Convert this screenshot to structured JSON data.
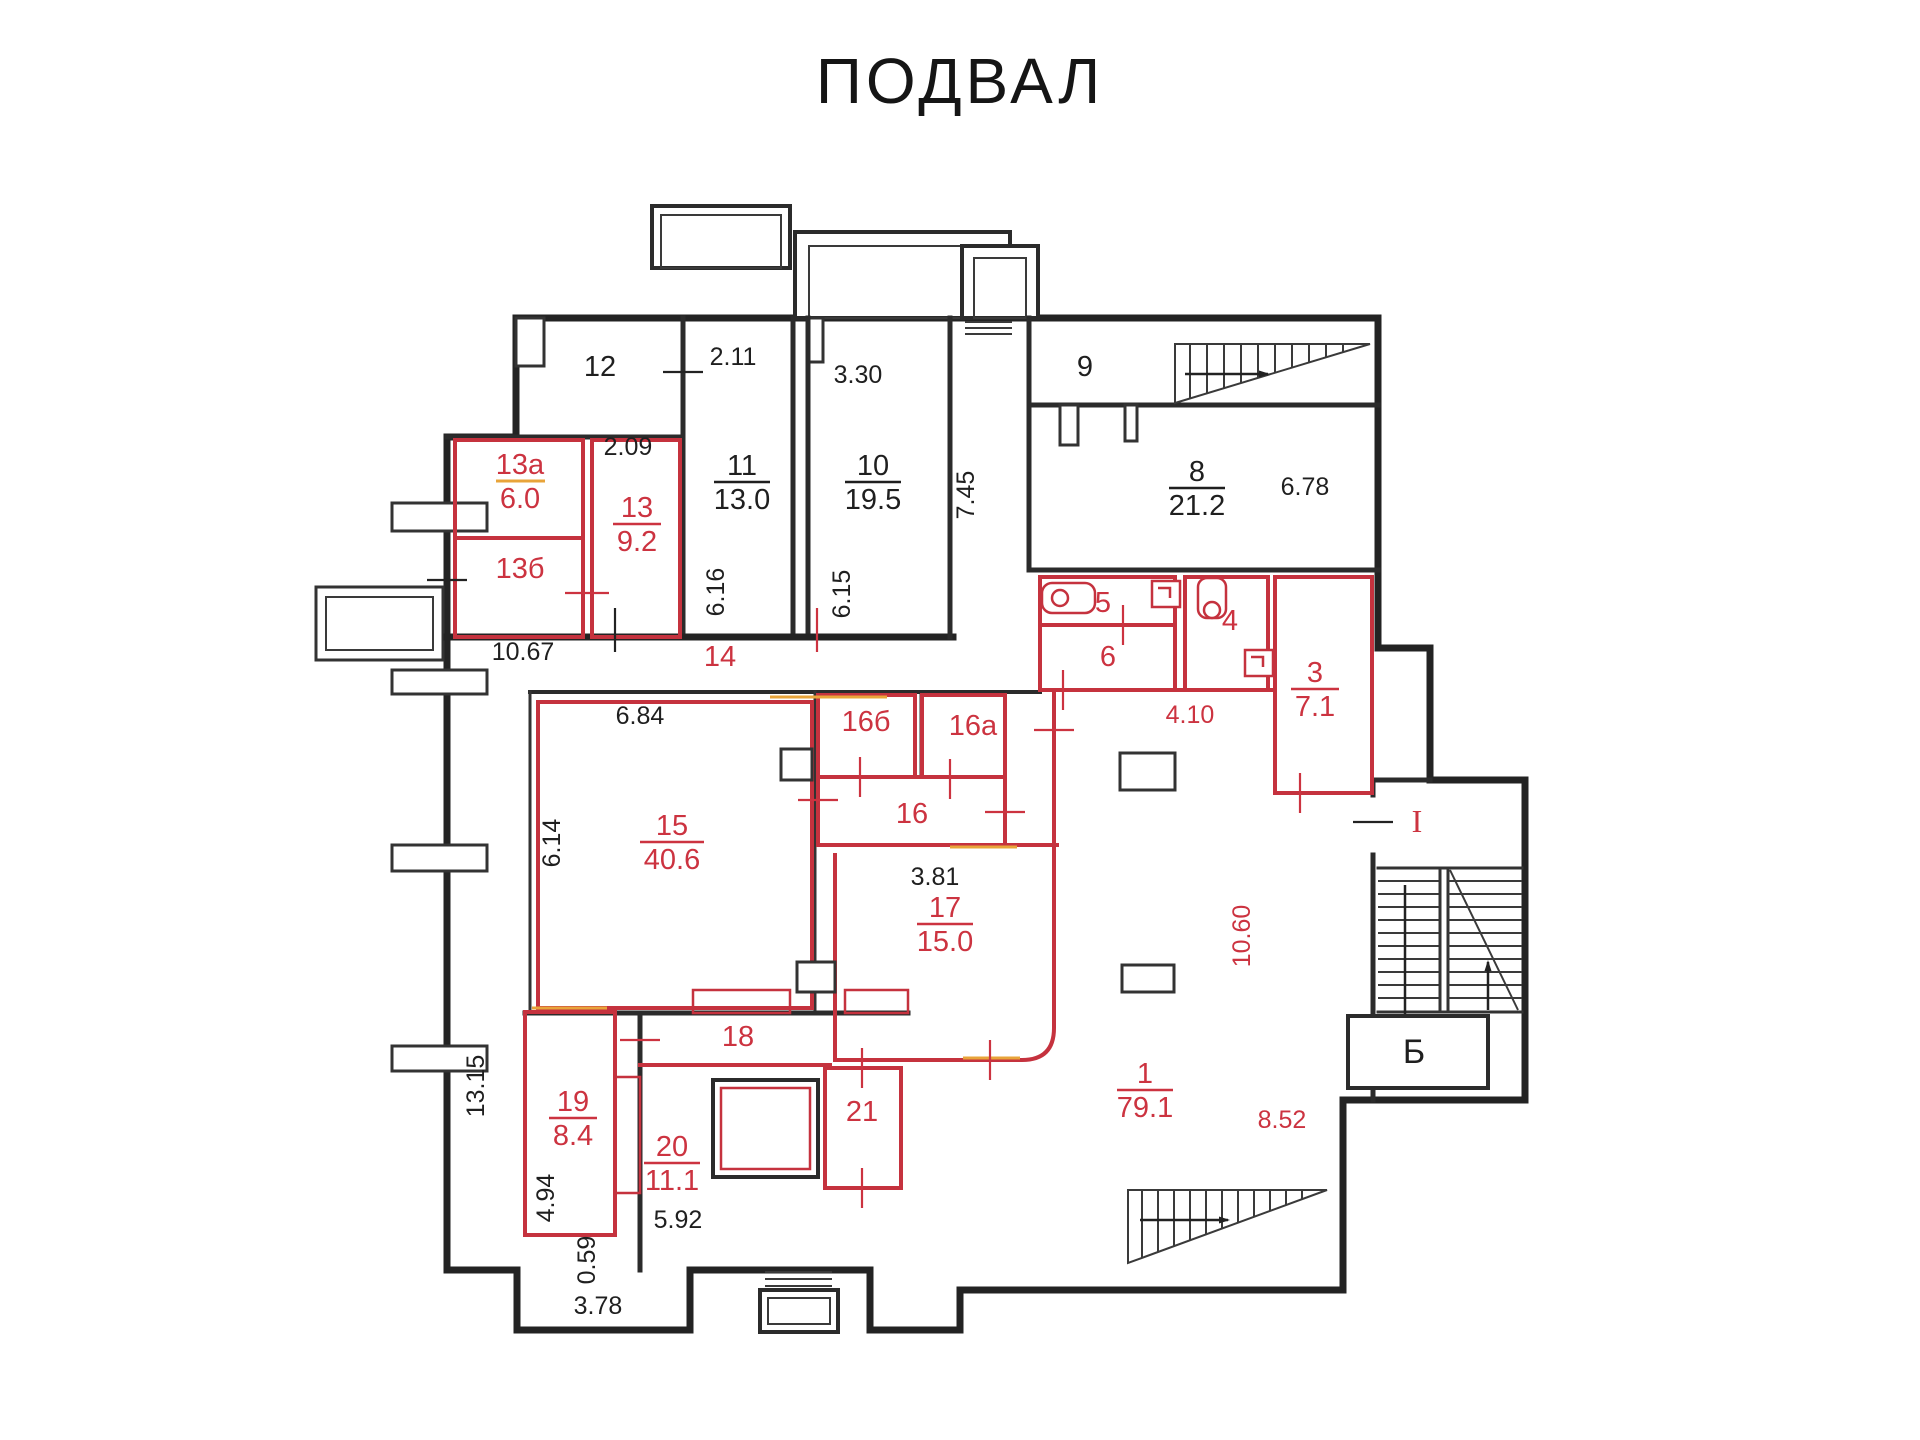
{
  "title": "ПОДВАЛ",
  "colors": {
    "wall_black": "#232323",
    "wall_red": "#c5323e",
    "label_red": "#cc3340",
    "highlight_yellow": "#e8a43a"
  },
  "plan": {
    "dims_black": [
      "2.11",
      "3.30",
      "2.09",
      "6.16",
      "6.15",
      "7.45",
      "6.78",
      "10.67",
      "6.84",
      "6.14",
      "3.81",
      "13.15",
      "4.94",
      "0.59",
      "3.78",
      "5.92"
    ],
    "dims_red": [
      "4.10",
      "10.60",
      "8.52"
    ],
    "rooms_black": [
      "12",
      "9",
      "Б"
    ],
    "rooms_red": [
      "13б",
      "14",
      "5",
      "6",
      "4",
      "16б",
      "16а",
      "16",
      "18",
      "21",
      "I"
    ],
    "fractions": [
      {
        "num": "13а",
        "area": "6.0"
      },
      {
        "num": "13",
        "area": "9.2"
      },
      {
        "num": "11",
        "area": "13.0"
      },
      {
        "num": "10",
        "area": "19.5"
      },
      {
        "num": "8",
        "area": "21.2"
      },
      {
        "num": "15",
        "area": "40.6"
      },
      {
        "num": "17",
        "area": "15.0"
      },
      {
        "num": "3",
        "area": "7.1"
      },
      {
        "num": "19",
        "area": "8.4"
      },
      {
        "num": "20",
        "area": "11.1"
      },
      {
        "num": "1",
        "area": "79.1"
      }
    ]
  }
}
